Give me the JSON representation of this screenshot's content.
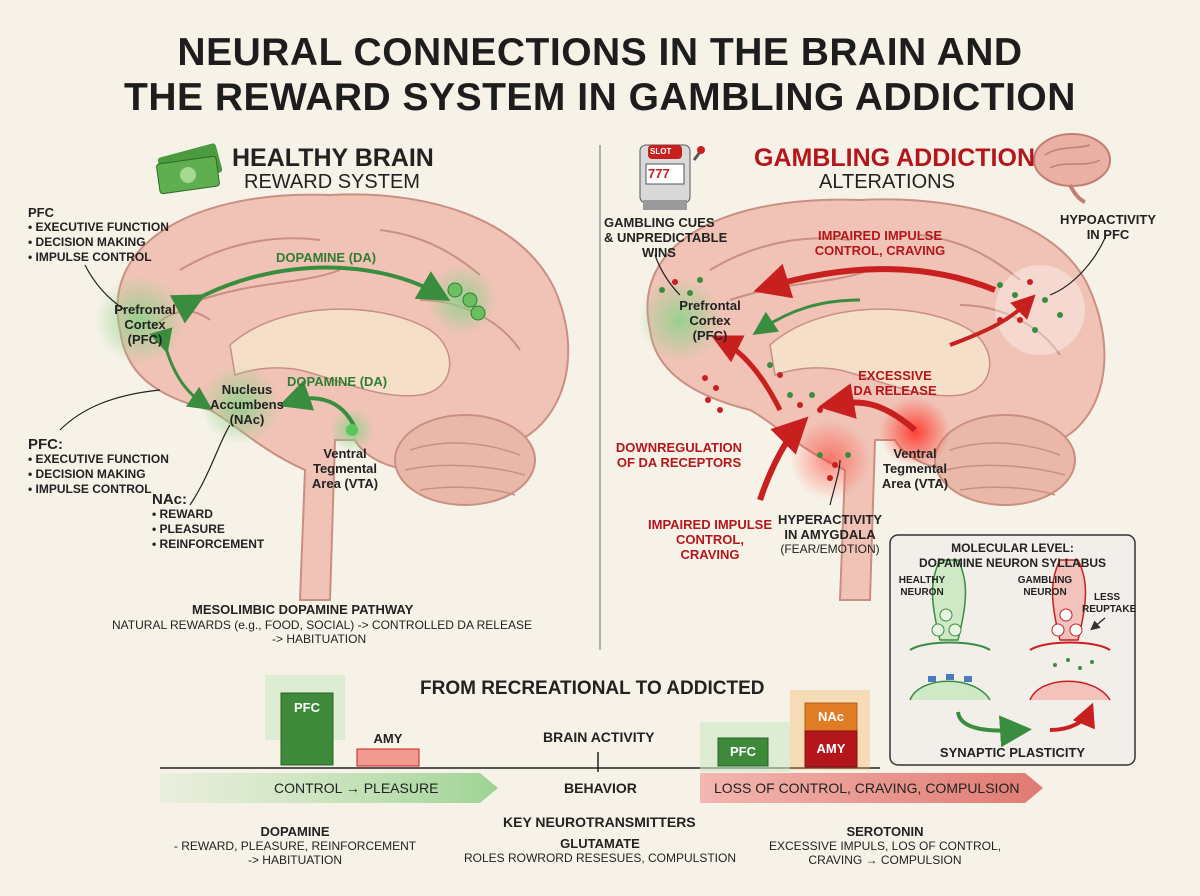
{
  "title": {
    "line1": "NEURAL CONNECTIONS IN THE BRAIN AND",
    "line2": "THE REWARD SYSTEM IN GAMBLING ADDICTION"
  },
  "healthy": {
    "heading": "HEALTHY BRAIN",
    "subheading": "REWARD SYSTEM",
    "pfc_header": "PFC",
    "pfc_items": [
      "EXECUTIVE FUNCTION",
      "DECISION MAKING",
      "IMPULSE CONTROL"
    ],
    "pfc_header_2": "PFC:",
    "pfc_items_2": [
      "EXECUTIVE FUNCTION",
      "DECISION MAKING",
      "IMPULSE CONTROL"
    ],
    "nac_header": "NAc:",
    "nac_items": [
      "REWARD",
      "PLEASURE",
      "REINFORCEMENT"
    ],
    "dopamine_top": "DOPAMINE (DA)",
    "dopamine_mid": "DOPAMINE (DA)",
    "pfc_region": [
      "Prefrontal",
      "Cortex",
      "(PFC)"
    ],
    "nac_region": [
      "Nucleus",
      "Accumbens",
      "(NAc)"
    ],
    "vta_region": [
      "Ventral",
      "Tegmental",
      "Area (VTA)"
    ],
    "pathway_title": "MESOLIMBIC DOPAMINE PATHWAY",
    "pathway_line1": "NATURAL REWARDS (e.g., FOOD, SOCIAL) -> CONTROLLED DA RELEASE",
    "pathway_line2": "-> HABITUATION"
  },
  "addiction": {
    "heading": "GAMBLING ADDICTION",
    "subheading": "ALTERATIONS",
    "slot_label": "SLOT",
    "slot_digits": "777",
    "cues": [
      "GAMBLING CUES",
      "& UNPREDICTABLE",
      "WINS"
    ],
    "impaired_top": [
      "IMPAIRED IMPULSE",
      "CONTROL, CRAVING"
    ],
    "hypoactivity": [
      "HYPOACTIVITY",
      "IN PFC"
    ],
    "pfc_region": [
      "Prefrontal",
      "Cortex",
      "(PFC)"
    ],
    "excessive": [
      "EXCESSIVE",
      "DA RELEASE"
    ],
    "downregulation": [
      "DOWNREGULATION",
      "OF DA RECEPTORS"
    ],
    "vta_region": [
      "Ventral",
      "Tegmental",
      "Area (VTA)"
    ],
    "impaired_bottom": [
      "IMPAIRED IMPULSE",
      "CONTROL,",
      "CRAVING"
    ],
    "hyperactivity": [
      "HYPERACTIVITY",
      "IN AMYGDALA"
    ],
    "hyperactivity_note": "(FEAR/EMOTION)"
  },
  "molecular": {
    "title_line1": "MOLECULAR LEVEL:",
    "title_line2": "DOPAMINE NEURON SYLLABUS",
    "healthy_label": [
      "HEALTHY",
      "NEURON"
    ],
    "gambling_label": [
      "GAMBLING",
      "NEURON"
    ],
    "reuptake_label": [
      "LESS",
      "REUPTAKE"
    ],
    "plasticity": "SYNAPTIC PLASTICITY"
  },
  "bottom": {
    "title": "FROM RECREATIONAL TO ADDICTED",
    "brain_activity": "BRAIN ACTIVITY",
    "behavior": "BEHAVIOR",
    "left_bars": {
      "pfc": "PFC",
      "amy": "AMY"
    },
    "right_bars": {
      "pfc": "PFC",
      "nac": "NAc",
      "amy": "AMY"
    },
    "left_arrow": "CONTROL → PLEASURE",
    "right_arrow": "LOSS OF CONTROL, CRAVING, COMPULSION",
    "key_title": "KEY NEUROTRANSMITTERS",
    "dopamine": {
      "title": "DOPAMINE",
      "line1": "- REWARD, PLEASURE, REINFORCEMENT",
      "line2": "-> HABITUATION"
    },
    "glutamate": {
      "title": "GLUTAMATE",
      "line1": "ROLES ROWRORD RESESUES, COMPULSTION"
    },
    "serotonin": {
      "title": "SEROTONIN",
      "line1": "EXCESSIVE IMPULS, LOS OF CONTROL,",
      "line2": "CRAVING → COMPULSION"
    }
  },
  "colors": {
    "healthy": "#3a8d3f",
    "addiction": "#c8201f",
    "brain": "#f0c3b6",
    "background": "#f7f2e8"
  }
}
